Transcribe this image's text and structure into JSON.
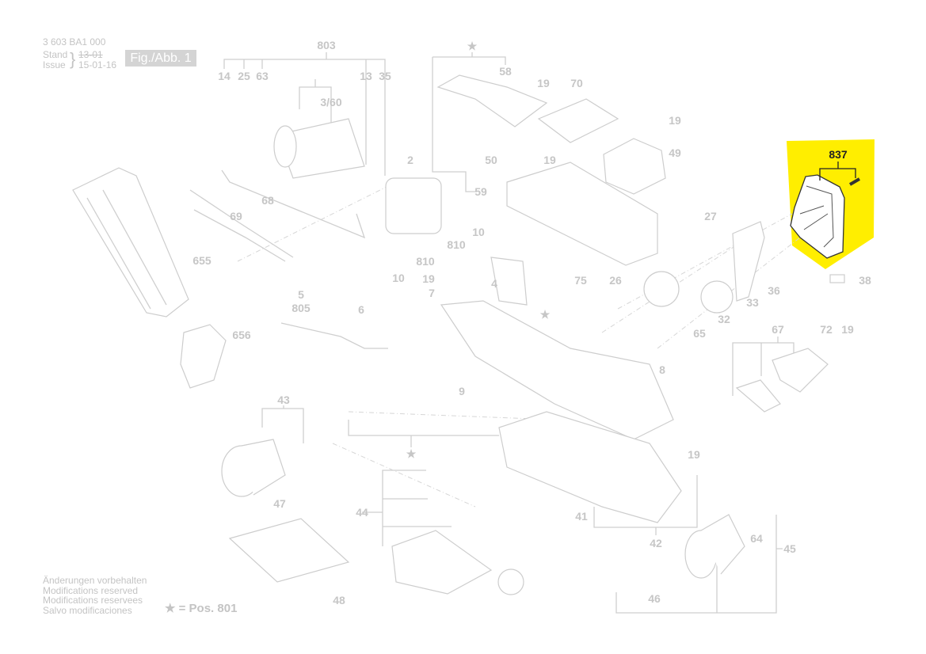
{
  "header": {
    "part_number": "3 603 BA1 000",
    "stand_label": "Stand",
    "issue_label": "Issue",
    "stand_old_date": "13-01",
    "issue_date": "15-01-16",
    "figure_label": "Fig./Abb. 1"
  },
  "notes": [
    "Änderungen vorbehalten",
    "Modifications reserved",
    "Modifications reservees",
    "Salvo modificaciones"
  ],
  "star_legend": "★ = Pos. 801",
  "highlight": {
    "label": "837",
    "color": "#ffee00"
  },
  "callouts": [
    "803",
    "14",
    "25",
    "63",
    "13",
    "35",
    "3/60",
    "2",
    "68",
    "69",
    "655",
    "10",
    "810",
    "810",
    "10",
    "5",
    "805",
    "6",
    "656",
    "19",
    "7",
    "4",
    "75",
    "26",
    "33",
    "36",
    "32",
    "65",
    "67",
    "72",
    "19",
    "38",
    "27",
    "58",
    "19",
    "70",
    "19",
    "49",
    "50",
    "19",
    "59",
    "★",
    "★",
    "★",
    "8",
    "9",
    "43",
    "19",
    "47",
    "44",
    "41",
    "42",
    "64",
    "45",
    "46",
    "48"
  ]
}
